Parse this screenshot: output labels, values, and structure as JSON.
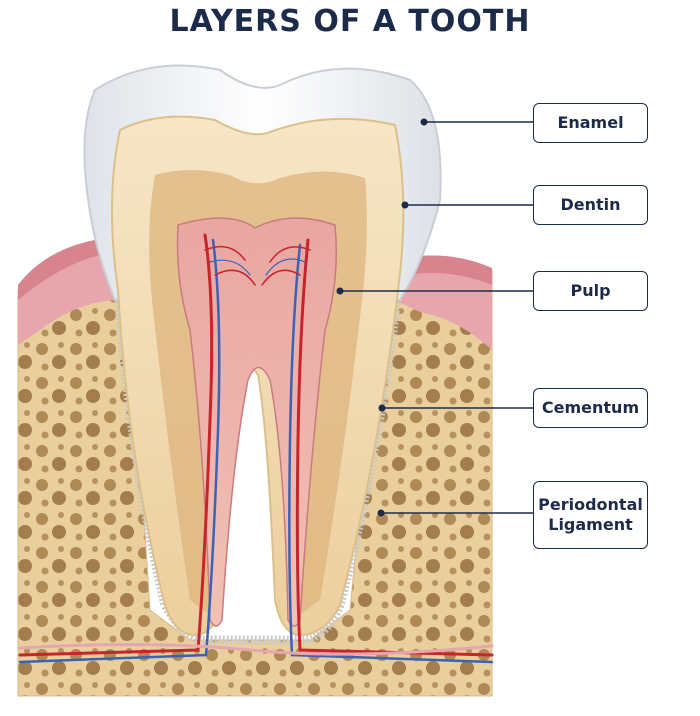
{
  "diagram": {
    "title": "LAYERS OF A TOOTH",
    "labels": {
      "enamel": "Enamel",
      "dentin": "Dentin",
      "pulp": "Pulp",
      "cementum": "Cementum",
      "periodontal_ligament": "Periodontal\nLigament"
    }
  },
  "colors": {
    "title": "#1d2b4a",
    "enamel": "#f4f5f7",
    "dentin": "#f1dcb4",
    "pulp": "#e6a3a0",
    "gum": "#e7a6ae",
    "bone": "#e9cf9c",
    "artery": "#c8242b",
    "vein": "#3a63b5"
  }
}
